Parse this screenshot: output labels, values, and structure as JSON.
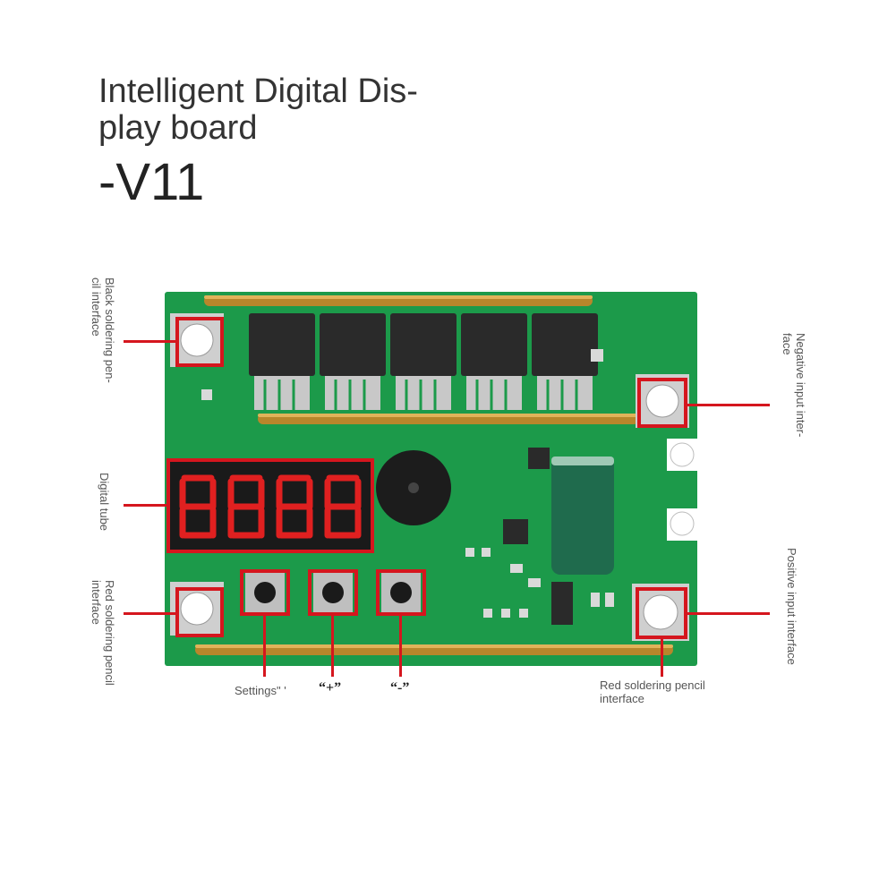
{
  "title_lines": [
    "Intelligent Digital Dis-",
    "play board"
  ],
  "version": "-V11",
  "labels": {
    "black_pencil": [
      "Black soldering pen-",
      "cil interface"
    ],
    "negative_input": [
      "Negative input inter-",
      "face"
    ],
    "digital_tube": "Digital tube",
    "red_pencil_left": [
      "Red soldering pencil",
      "interface"
    ],
    "positive_input": "Positive input interface",
    "settings": "Settings\" '",
    "plus": "“+”",
    "minus": "“-”",
    "red_pencil_bottom": [
      "Red soldering pencil",
      "interface"
    ]
  },
  "colors": {
    "pcb": "#1c9a4a",
    "highlight": "#d5161e",
    "display_bg": "#1a1a1a",
    "display_segment": "#e02020",
    "capacitor": "#1f6b4d"
  },
  "icons": [
    "mosfet-icon",
    "buzzer-icon",
    "tact-switch-icon",
    "capacitor-icon",
    "terminal-pad-icon"
  ]
}
